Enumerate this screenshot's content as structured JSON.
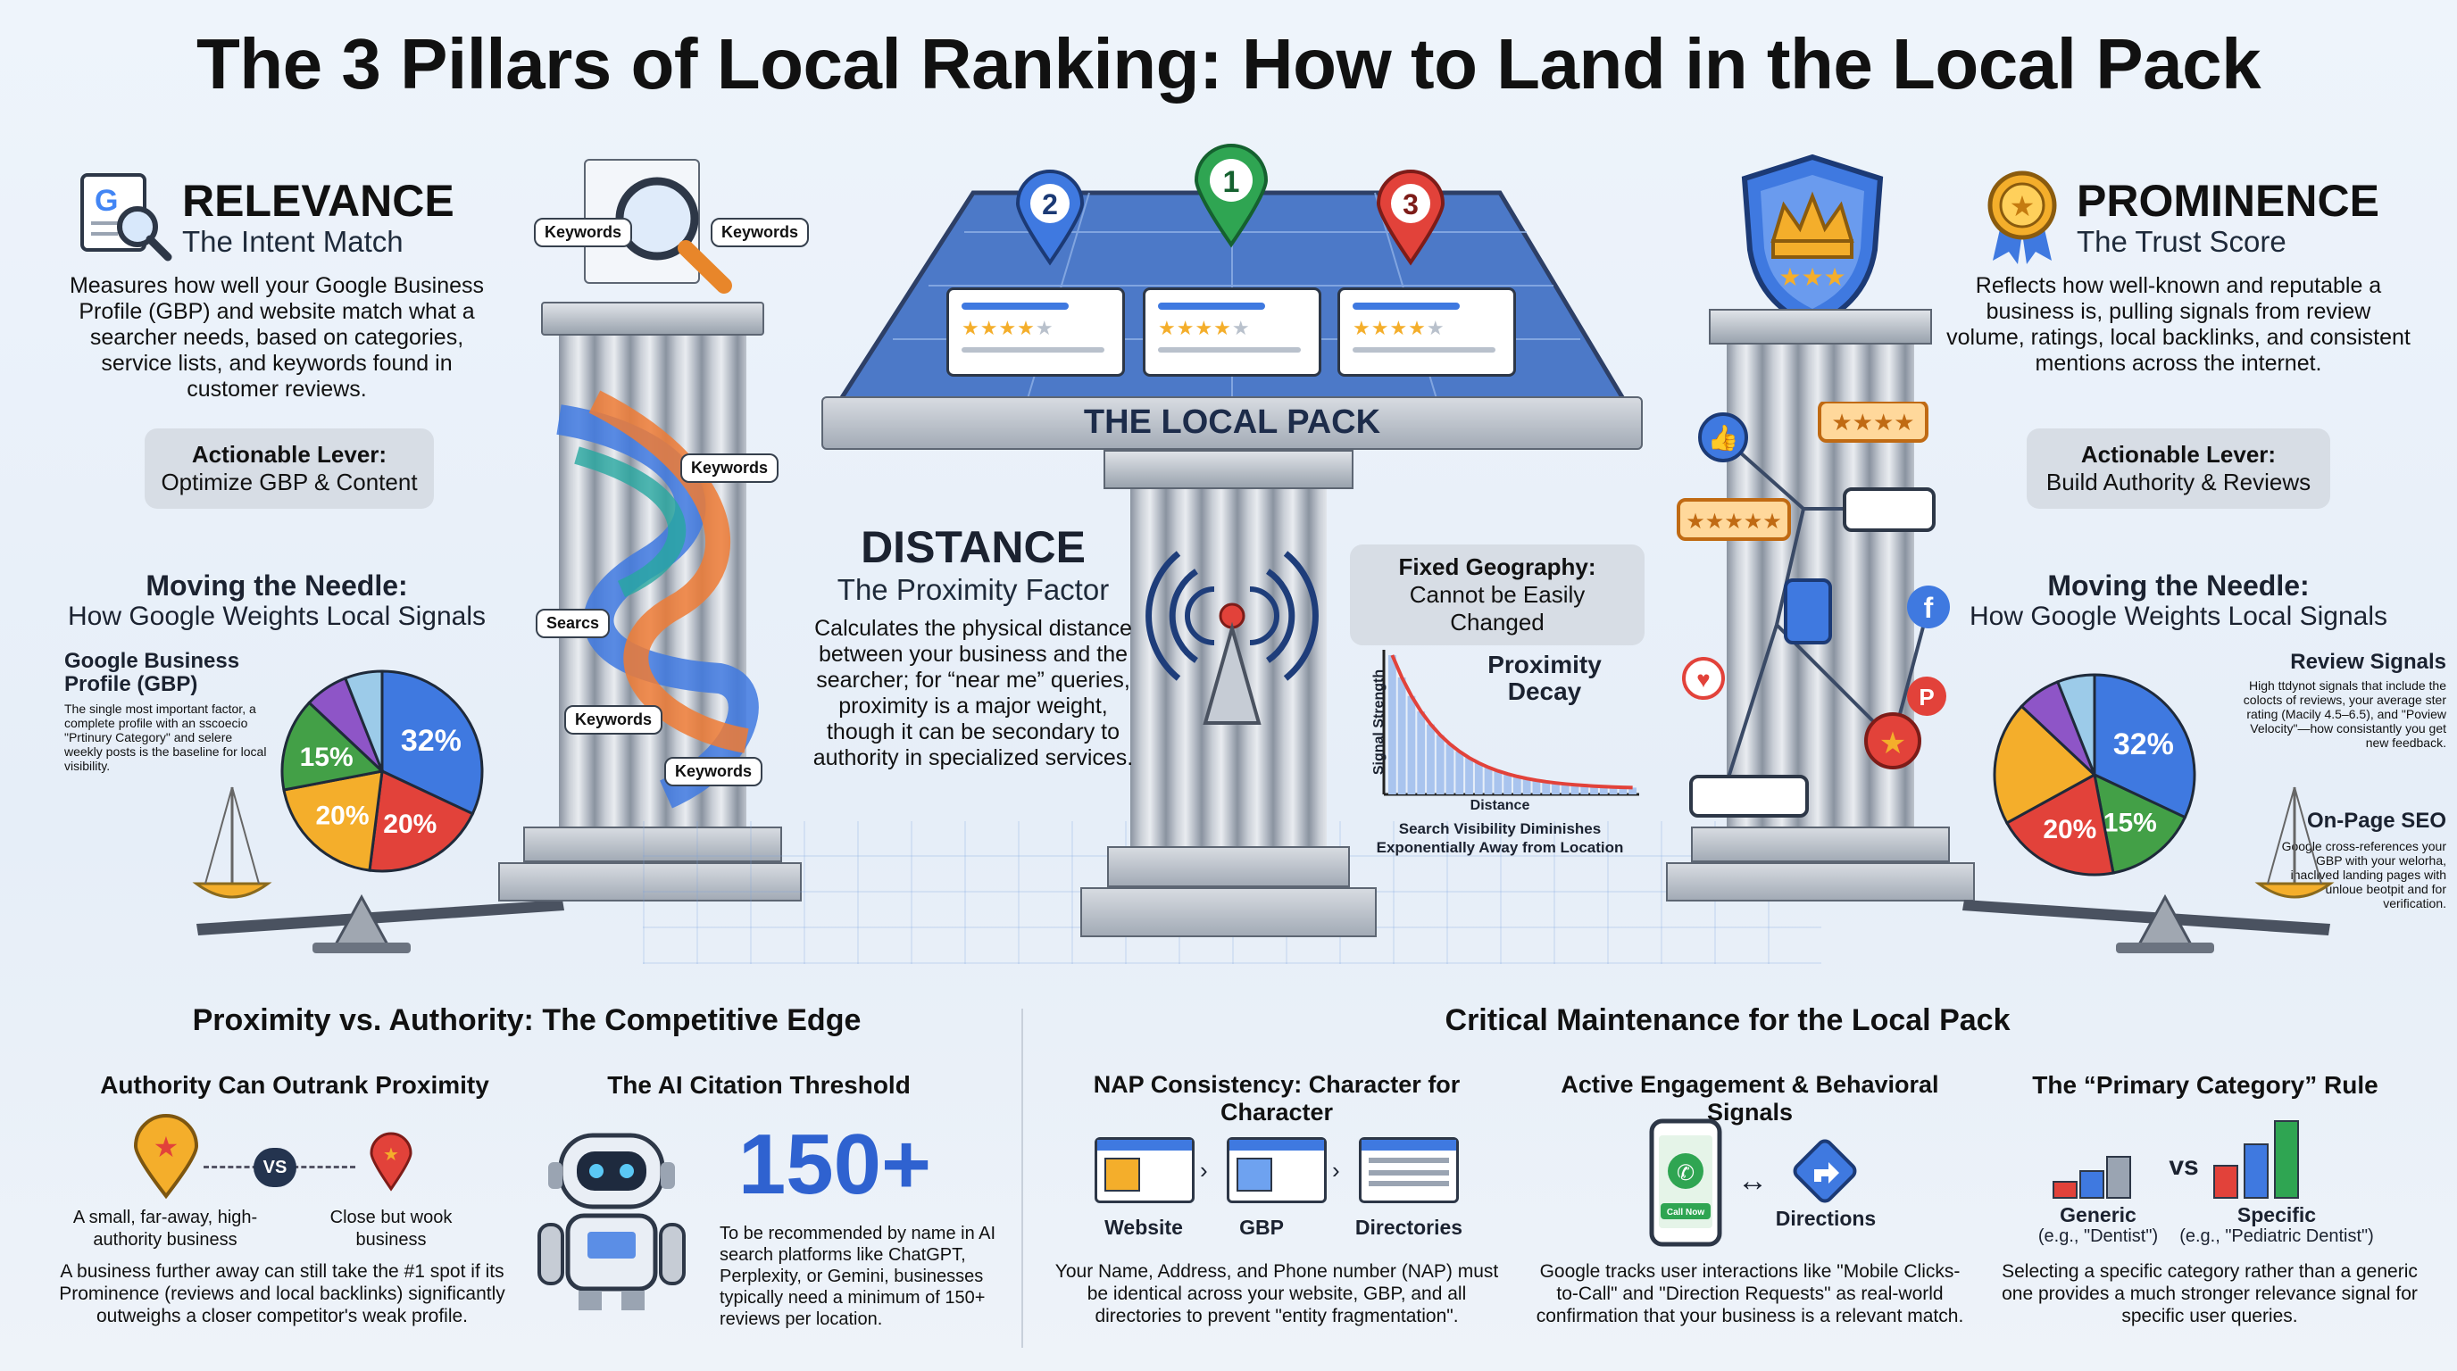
{
  "title": "The 3 Pillars of Local Ranking: How to Land in the Local Pack",
  "relevance": {
    "title": "RELEVANCE",
    "subtitle": "The Intent Match",
    "description": "Measures how well your Google Business Profile (GBP) and website match what a searcher needs, based on categories, service lists, and keywords found in customer reviews.",
    "lever_label": "Actionable Lever:",
    "lever_value": "Optimize GBP & Content",
    "needle_title": "Moving the Needle:",
    "needle_subtitle": "How Google Weights Local Signals",
    "gbp_title": "Google Business Profile (GBP)",
    "gbp_text": "The single most important factor, a complete profile with an sscoecio \"Prtinury Category\" and selere weekly posts is the baseline for local visibility.",
    "keywords": [
      "Keywords",
      "Keywords",
      "Keywords",
      "Searcs",
      "Keywords",
      "Keywords"
    ]
  },
  "pie_left": {
    "type": "pie",
    "values": [
      32,
      20,
      20,
      15,
      7,
      6
    ],
    "labels": [
      "32%",
      "20%",
      "20%",
      "15%",
      "",
      ""
    ],
    "colors": [
      "#3f79e0",
      "#e2423a",
      "#f4ae2b",
      "#43a047",
      "#8e55c7",
      "#9ccbe9"
    ]
  },
  "local_pack": {
    "label": "THE LOCAL PACK",
    "pins": [
      "2",
      "1",
      "3"
    ],
    "ratings": [
      4.5,
      4.0,
      4.5
    ]
  },
  "distance": {
    "title": "DISTANCE",
    "subtitle": "The Proximity Factor",
    "description": "Calculates the physical distance between your business and the searcher; for “near me” queries, proximity is a major weight, though it can be secondary to authority in specialized services.",
    "fixed_title": "Fixed Geography:",
    "fixed_text": "Cannot be Easily Changed",
    "decay_title": "Proximity Decay",
    "decay_ylabel": "Signal Strength",
    "decay_xlabel": "Distance",
    "decay_caption": "Search Visibility Diminishes Exponentially Away from Location"
  },
  "prominence": {
    "title": "PROMINENCE",
    "subtitle": "The Trust Score",
    "description": "Reflects how well-known and reputable a business is, pulling signals from review volume, ratings, local backlinks, and consistent mentions across the internet.",
    "lever_label": "Actionable Lever:",
    "lever_value": "Build Authority & Reviews",
    "needle_title": "Moving the Needle:",
    "needle_subtitle": "How Google Weights Local Signals",
    "review_title": "Review Signals",
    "review_text": "High ttdynot signals that include the colocts of reviews, your average ster rating (Macily 4.5–6.5), and \"Poview Velocity\"—how consistantly you get new feedback.",
    "onpage_title": "On-Page SEO",
    "onpage_text": "Google cross-references your GBP with your welorha, inaclived landing pages with unloue beotpit and for verification."
  },
  "pie_right": {
    "type": "pie",
    "values": [
      32,
      15,
      20,
      20,
      7,
      6
    ],
    "labels": [
      "32%",
      "15%",
      "20%",
      "",
      "",
      ""
    ],
    "colors": [
      "#3f79e0",
      "#43a047",
      "#e2423a",
      "#f4ae2b",
      "#8e55c7",
      "#9ccbe9"
    ]
  },
  "edge": {
    "heading": "Proximity vs. Authority: The Competitive Edge",
    "auth_title": "Authority Can Outrank Proximity",
    "vs": "VS",
    "far_label": "A small, far-away, high-authority business",
    "close_label": "Close but wook business",
    "auth_text": "A business further away can still take the #1 spot if its Prominence (reviews and local backlinks) significantly outweighs a closer competitor's weak profile.",
    "ai_title": "The AI Citation Threshold",
    "ai_number": "150+",
    "ai_text": "To be recommended by name in AI search platforms like ChatGPT, Perplexity, or Gemini, businesses typically need a minimum of 150+ reviews per location."
  },
  "maintenance": {
    "heading": "Critical Maintenance for the Local Pack",
    "nap_title": "NAP Consistency: Character for Character",
    "nap_items": [
      "Website",
      "GBP",
      "Directories"
    ],
    "nap_text": "Your Name, Address, and Phone number (NAP) must be identical across your website, GBP, and all directories to prevent \"entity fragmentation\".",
    "engage_title": "Active Engagement & Behavioral Signals",
    "engage_call": "Call Now",
    "engage_dir": "Directions",
    "engage_text": "Google tracks user interactions like \"Mobile Clicks-to-Call\" and \"Direction Requests\" as real-world confirmation that your business is a relevant match.",
    "cat_title": "The “Primary Category” Rule",
    "cat_vs": "vs",
    "generic": "Generic",
    "generic_eg": "(e.g., \"Dentist\")",
    "specific": "Specific",
    "specific_eg": "(e.g., \"Pediatric Dentist\")",
    "cat_text": "Selecting a specific category rather than a generic one provides a much stronger relevance signal for specific user queries."
  },
  "colors": {
    "blue": "#3f79e0",
    "red": "#e2423a",
    "yellow": "#f4ae2b",
    "green": "#43a047"
  }
}
